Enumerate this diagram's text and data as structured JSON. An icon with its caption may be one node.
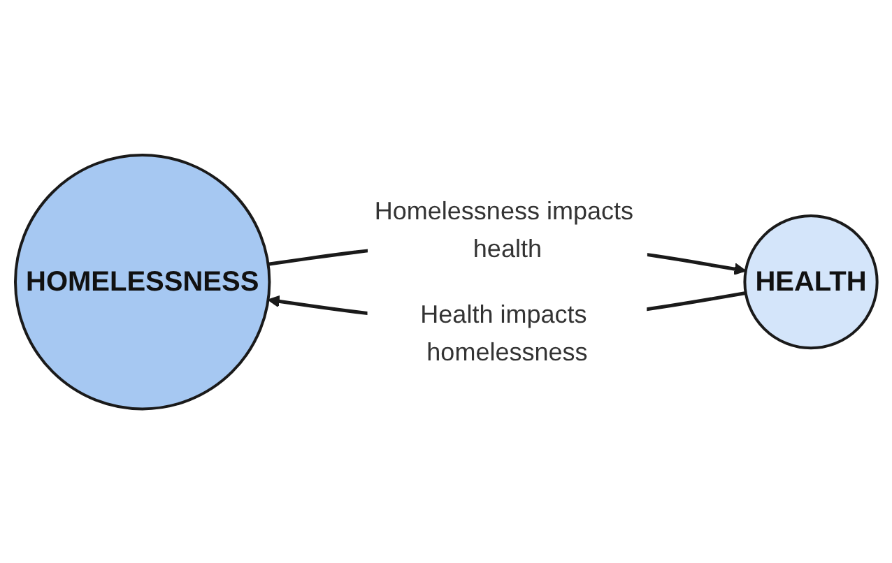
{
  "diagram": {
    "nodes": [
      {
        "text": [
          "HOMELESSNESS"
        ]
      },
      {
        "text": [
          "HEALTH"
        ]
      }
    ],
    "edges": [
      {
        "from": 0,
        "to": 1,
        "arrow": "to",
        "label": "Homelessness impacts health"
      },
      {
        "from": 1,
        "to": 0,
        "arrow": "to",
        "label": "Health impacts homelessness"
      }
    ]
  }
}
